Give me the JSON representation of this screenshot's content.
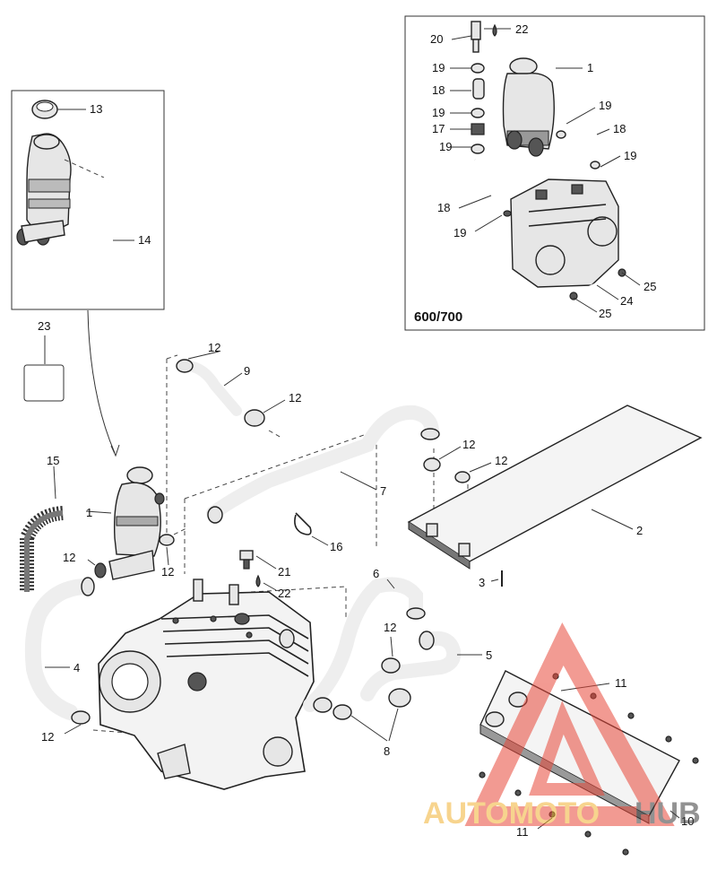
{
  "variant_label": "600/700",
  "callouts": {
    "c1a": "1",
    "c1b": "1",
    "c2": "2",
    "c3": "3",
    "c4": "4",
    "c5": "5",
    "c6": "6",
    "c7": "7",
    "c8": "8",
    "c9": "9",
    "c10": "10",
    "c11a": "11",
    "c11b": "11",
    "c12a": "12",
    "c12b": "12",
    "c12c": "12",
    "c12d": "12",
    "c12e": "12",
    "c12f": "12",
    "c12g": "12",
    "c12h": "12",
    "c13": "13",
    "c14": "14",
    "c15": "15",
    "c16": "16",
    "c17": "17",
    "c18a": "18",
    "c18b": "18",
    "c18c": "18",
    "c19a": "19",
    "c19b": "19",
    "c19c": "19",
    "c19d": "19",
    "c19e": "19",
    "c19f": "19",
    "c20": "20",
    "c21": "21",
    "c22a": "22",
    "c22b": "22",
    "c23": "23",
    "c24": "24",
    "c25a": "25",
    "c25b": "25"
  },
  "watermark": {
    "word_a": "AUTOMOTO",
    "word_b": "HUB",
    "color_red": "#e8483a",
    "color_gold": "#f2b233",
    "color_dark": "#3a3a3a"
  }
}
